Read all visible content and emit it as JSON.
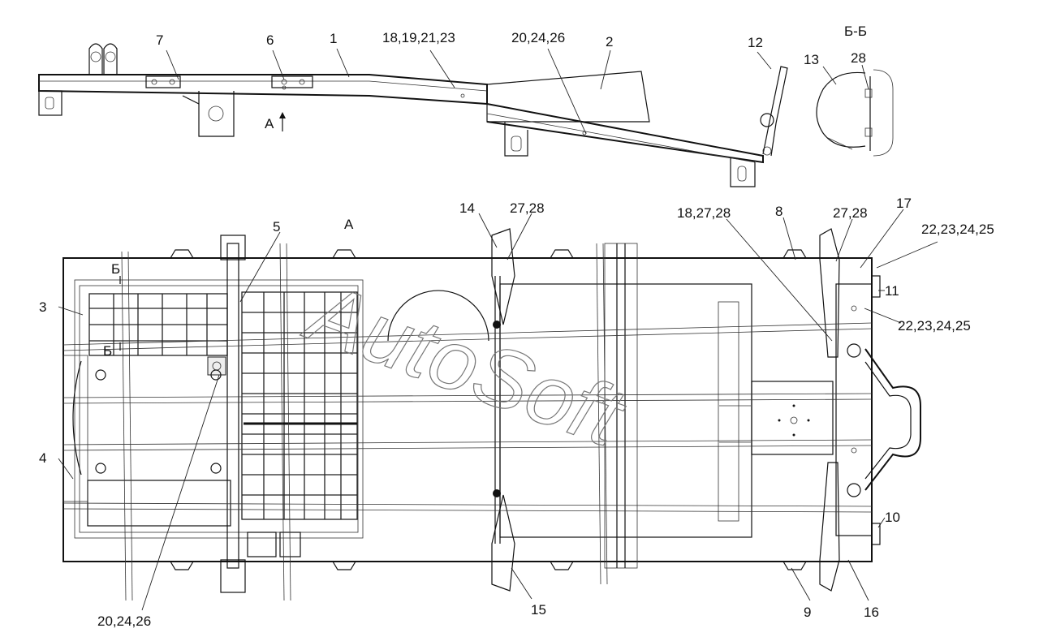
{
  "section_label": "Б-Б",
  "view_label": "А",
  "section_marks": [
    "Б",
    "Б"
  ],
  "watermark": "AutoSoft",
  "callouts": {
    "c1": "1",
    "c2": "2",
    "c3": "3",
    "c4": "4",
    "c5": "5",
    "c6": "6",
    "c7": "7",
    "c8": "8",
    "c9": "9",
    "c10": "10",
    "c11": "11",
    "c12": "12",
    "c13": "13",
    "c14": "14",
    "c15": "15",
    "c16": "16",
    "c17": "17",
    "c28": "28",
    "c18_19_21_23": "18,19,21,23",
    "c20_24_26_top": "20,24,26",
    "c20_24_26_bottom": "20,24,26",
    "c27_28_a": "27,28",
    "c27_28_b": "27,28",
    "c18_27_28": "18,27,28",
    "c22_23_24_25_a": "22,23,24,25",
    "c22_23_24_25_b": "22,23,24,25"
  }
}
